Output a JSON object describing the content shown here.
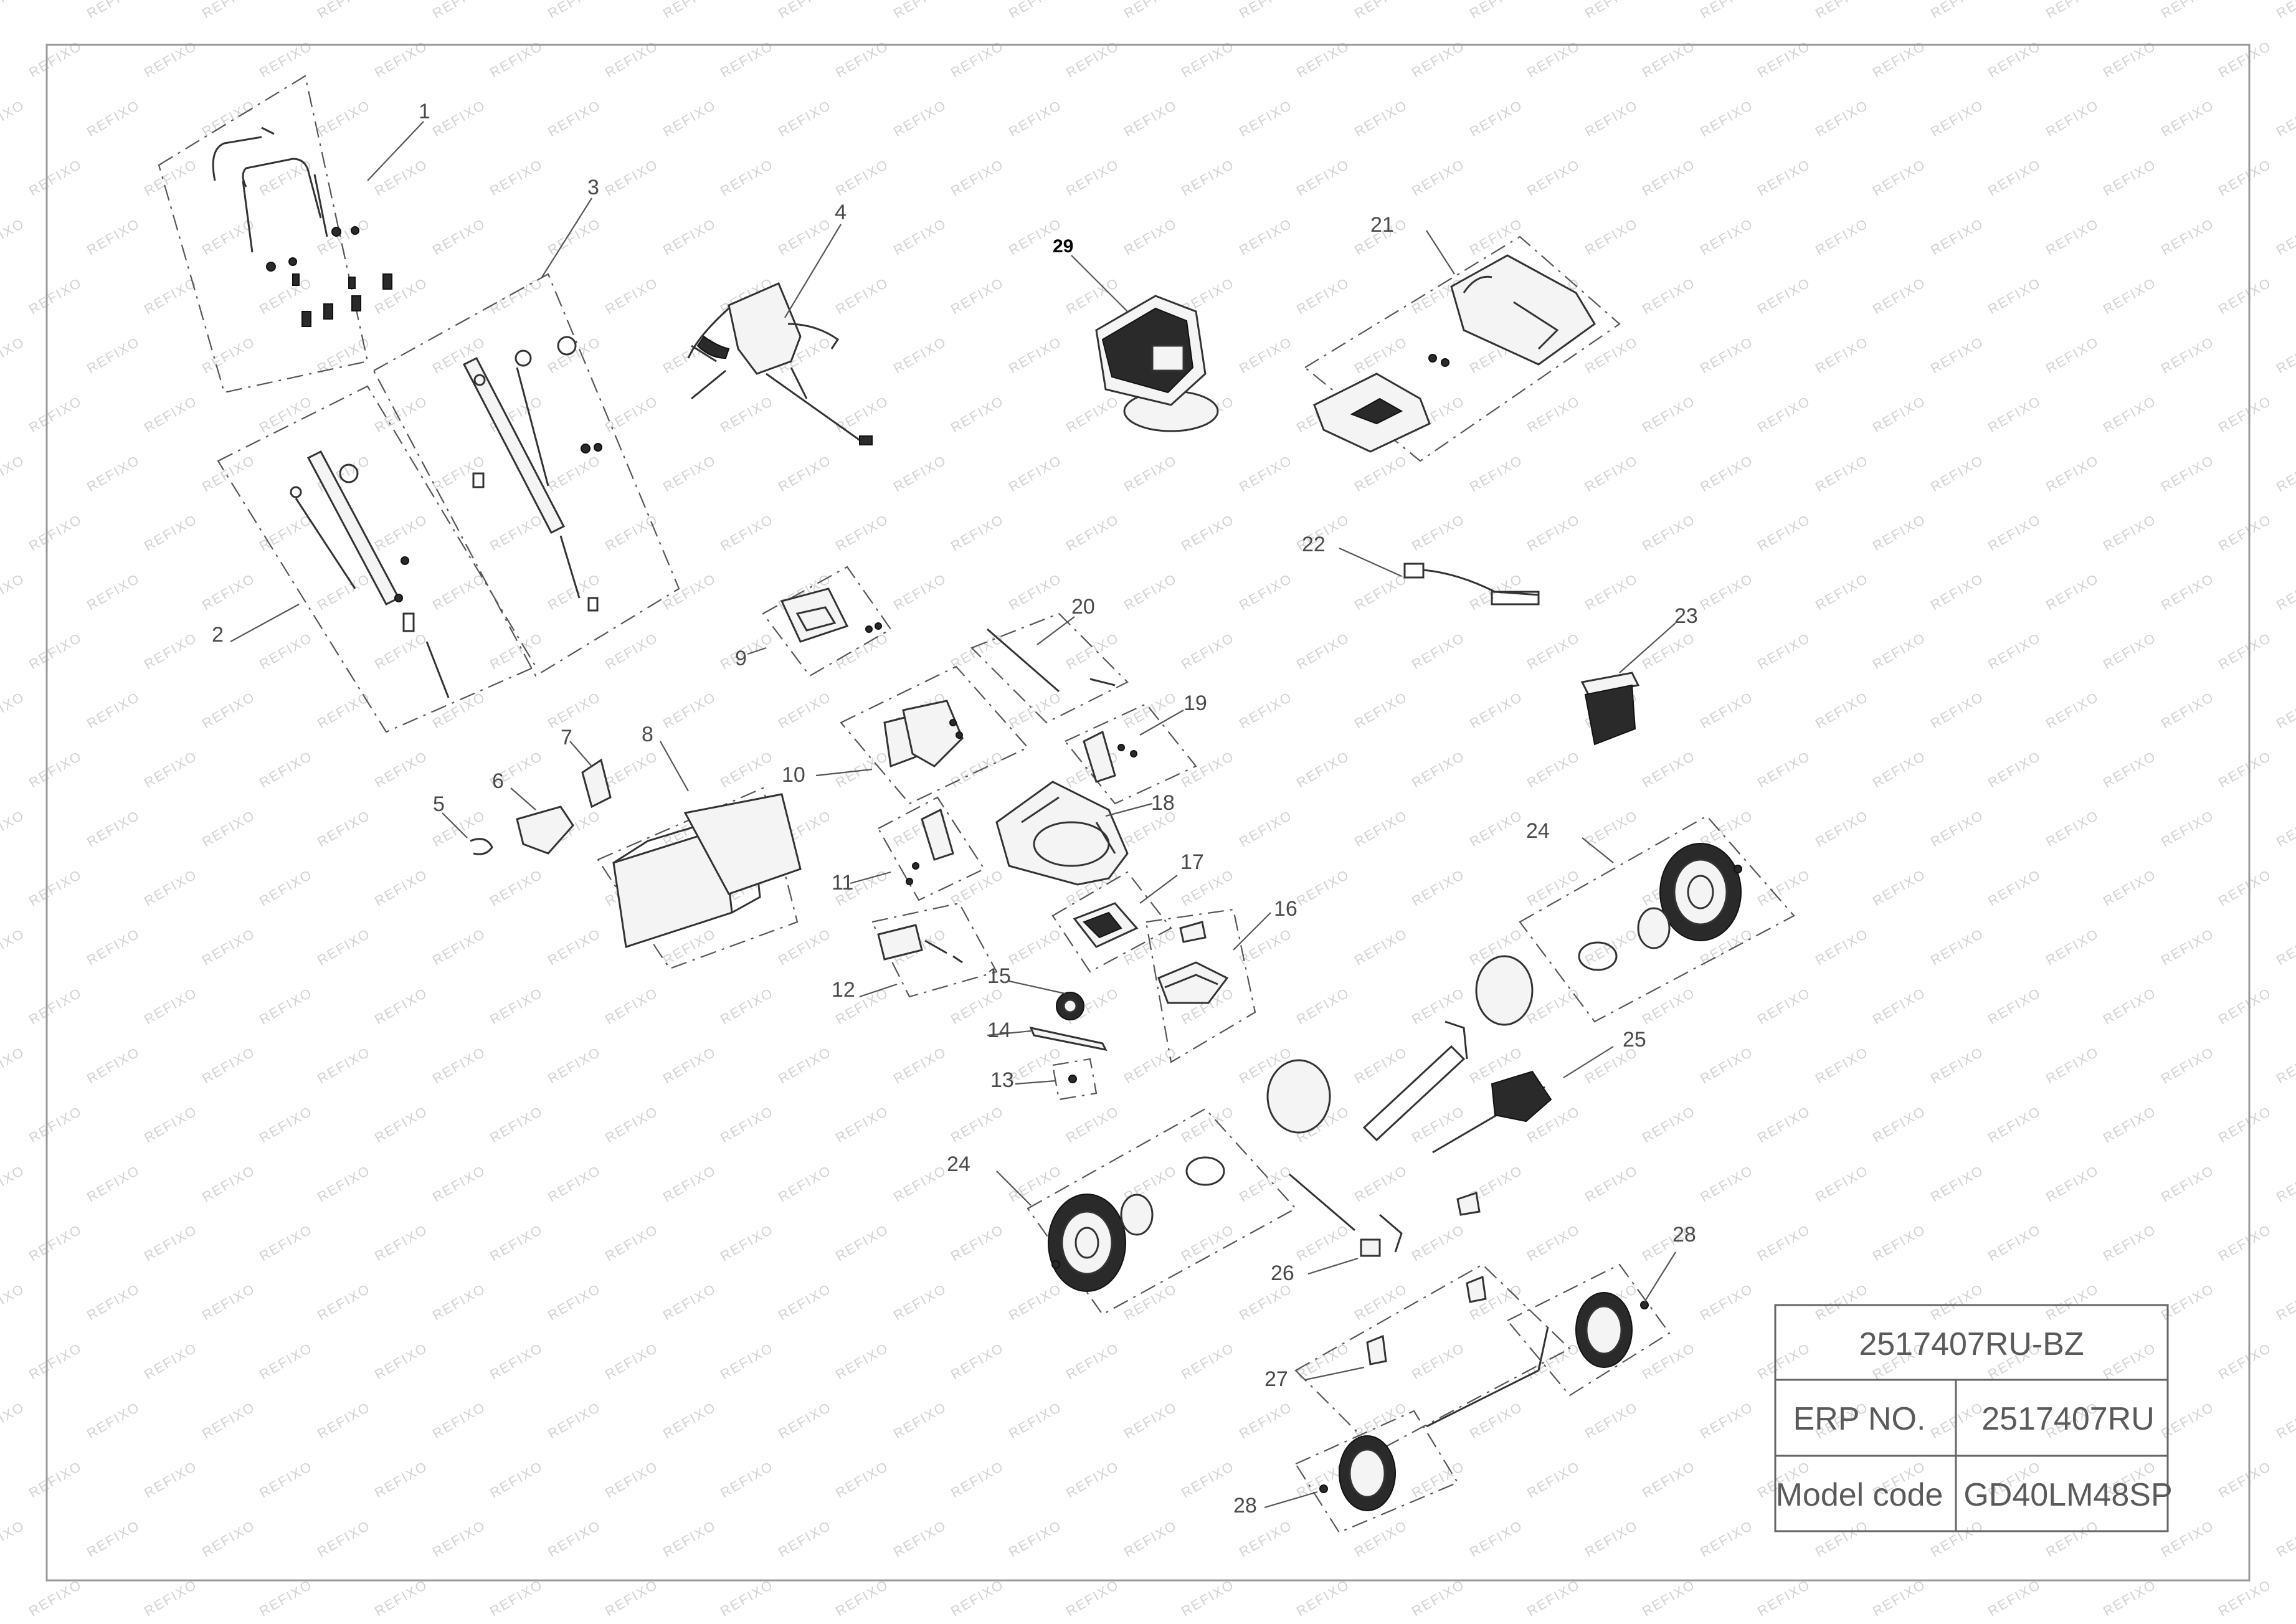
{
  "watermark": {
    "text": "REFIXO"
  },
  "title_block": {
    "document_number": "2517407RU-BZ",
    "erp_label": "ERP NO.",
    "erp_value": "2517407RU",
    "model_label": "Model code",
    "model_value": "GD40LM48SP"
  },
  "callouts": {
    "c1": "1",
    "c2": "2",
    "c3": "3",
    "c4": "4",
    "c5": "5",
    "c6": "6",
    "c7": "7",
    "c8": "8",
    "c9": "9",
    "c10": "10",
    "c11": "11",
    "c12": "12",
    "c13": "13",
    "c14": "14",
    "c15": "15",
    "c16": "16",
    "c17": "17",
    "c18": "18",
    "c19": "19",
    "c20": "20",
    "c21": "21",
    "c22": "22",
    "c23": "23",
    "c24a": "24",
    "c24b": "24",
    "c25": "25",
    "c26": "26",
    "c27": "27",
    "c28a": "28",
    "c28b": "28",
    "c29": "29"
  }
}
